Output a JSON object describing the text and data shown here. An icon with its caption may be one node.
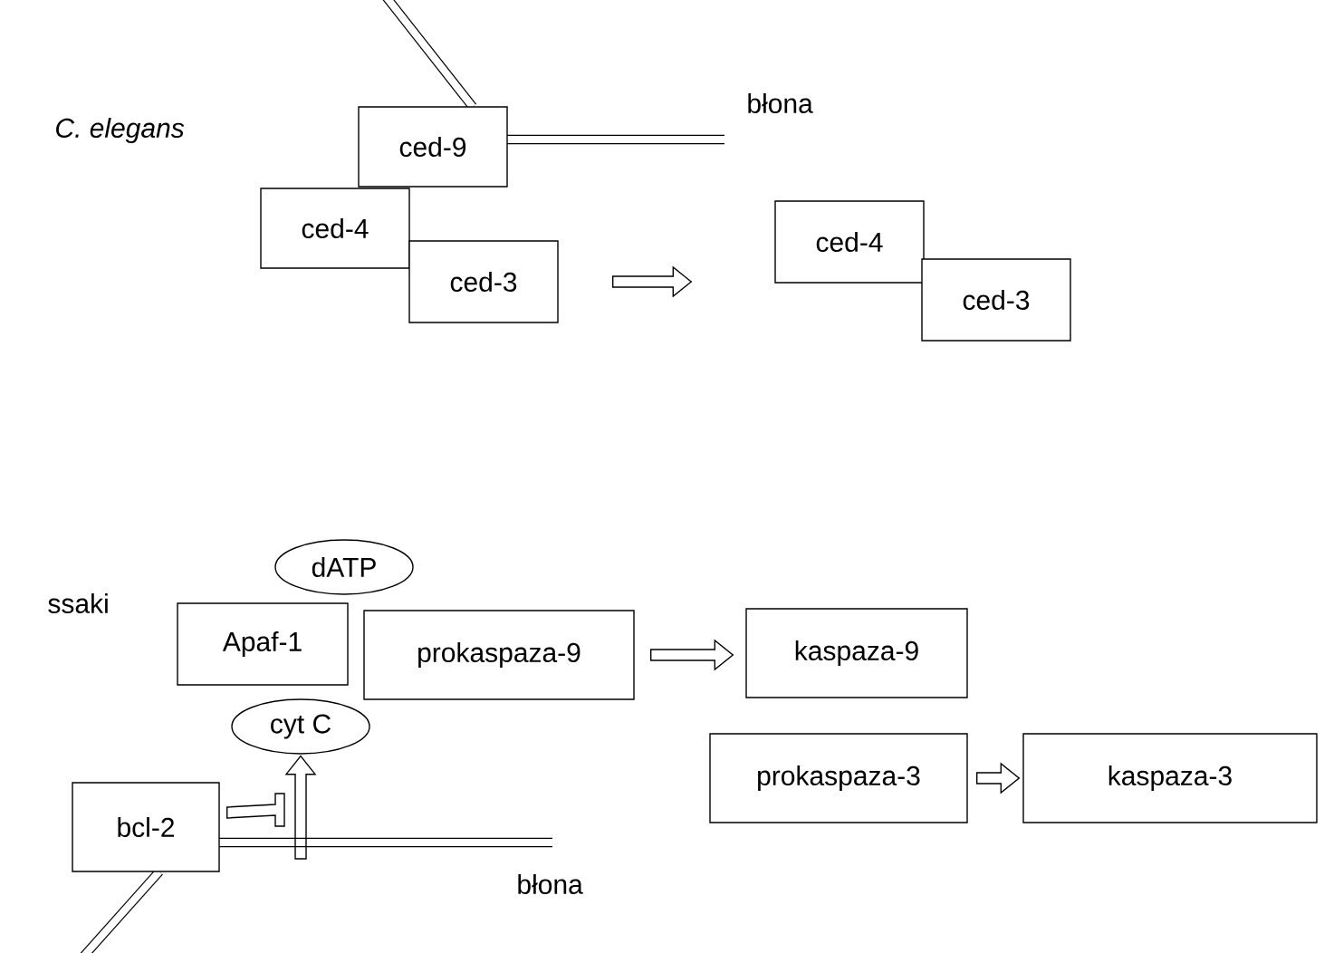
{
  "diagram": {
    "nodes": [
      {
        "text": [
          "ced-9"
        ]
      },
      {
        "text": [
          "ced-4"
        ]
      },
      {
        "text": [
          "ced-3"
        ]
      },
      {
        "text": [
          "ced-4"
        ]
      },
      {
        "text": [
          "ced-3"
        ]
      },
      {
        "text": [
          "dATP"
        ]
      },
      {
        "text": [
          "Apaf-1"
        ]
      },
      {
        "text": [
          "prokaspaza-9"
        ]
      },
      {
        "text": [
          "kaspaza-9"
        ]
      },
      {
        "text": [
          "cyt C"
        ]
      },
      {
        "text": [
          "bcl-2"
        ]
      },
      {
        "text": [
          "prokaspaza-3"
        ]
      },
      {
        "text": [
          "kaspaza-3"
        ]
      }
    ],
    "edges": [
      {
        "from": 2,
        "to": 3,
        "arrow": "to"
      },
      {
        "from": 7,
        "to": 8,
        "arrow": "to"
      },
      {
        "from": 11,
        "to": 12,
        "arrow": "to"
      },
      {
        "from": null,
        "to": 9,
        "arrow": "to"
      },
      {
        "from": 10,
        "to": null,
        "arrow": "other"
      }
    ],
    "labels": [
      "C. elegans",
      "błona",
      "ssaki",
      "błona"
    ]
  }
}
